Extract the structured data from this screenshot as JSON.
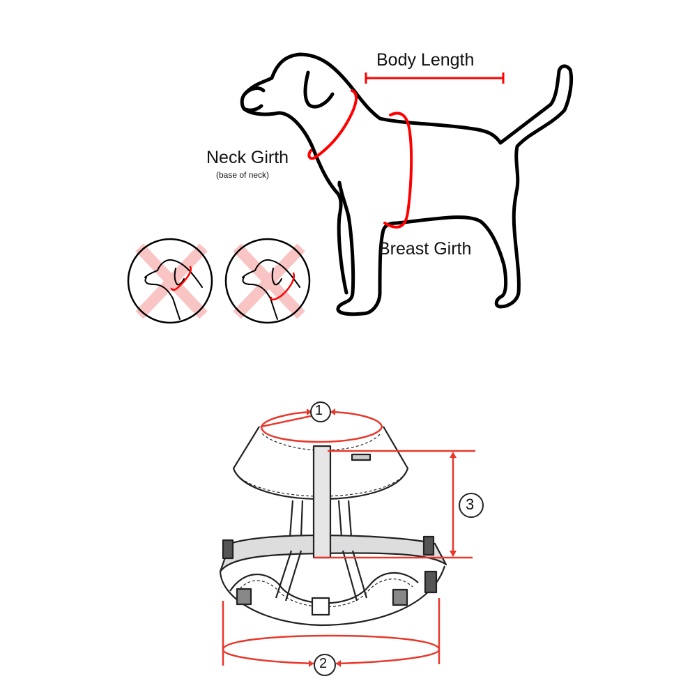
{
  "dog_diagram": {
    "labels": {
      "body_length": "Body Length",
      "neck_girth": "Neck Girth",
      "neck_girth_note": "(base of neck)",
      "breast_girth": "Breast Girth"
    },
    "wrong_examples": [
      {
        "description": "collar too high on neck",
        "mark": "X"
      },
      {
        "description": "collar too low / angled",
        "mark": "X"
      }
    ],
    "colors": {
      "outline": "#000000",
      "measure": "#ff0000",
      "wrong_mark": "#f9c4c4"
    }
  },
  "harness_diagram": {
    "markers": [
      {
        "id": "1",
        "label": "1",
        "meaning": "neck opening circumference"
      },
      {
        "id": "2",
        "label": "2",
        "meaning": "chest strap circumference"
      },
      {
        "id": "3",
        "label": "3",
        "meaning": "back length (neck to chest strap)"
      }
    ],
    "colors": {
      "outline": "#222222",
      "measure": "#e8382b",
      "webbing": "#bbbbbb"
    }
  }
}
